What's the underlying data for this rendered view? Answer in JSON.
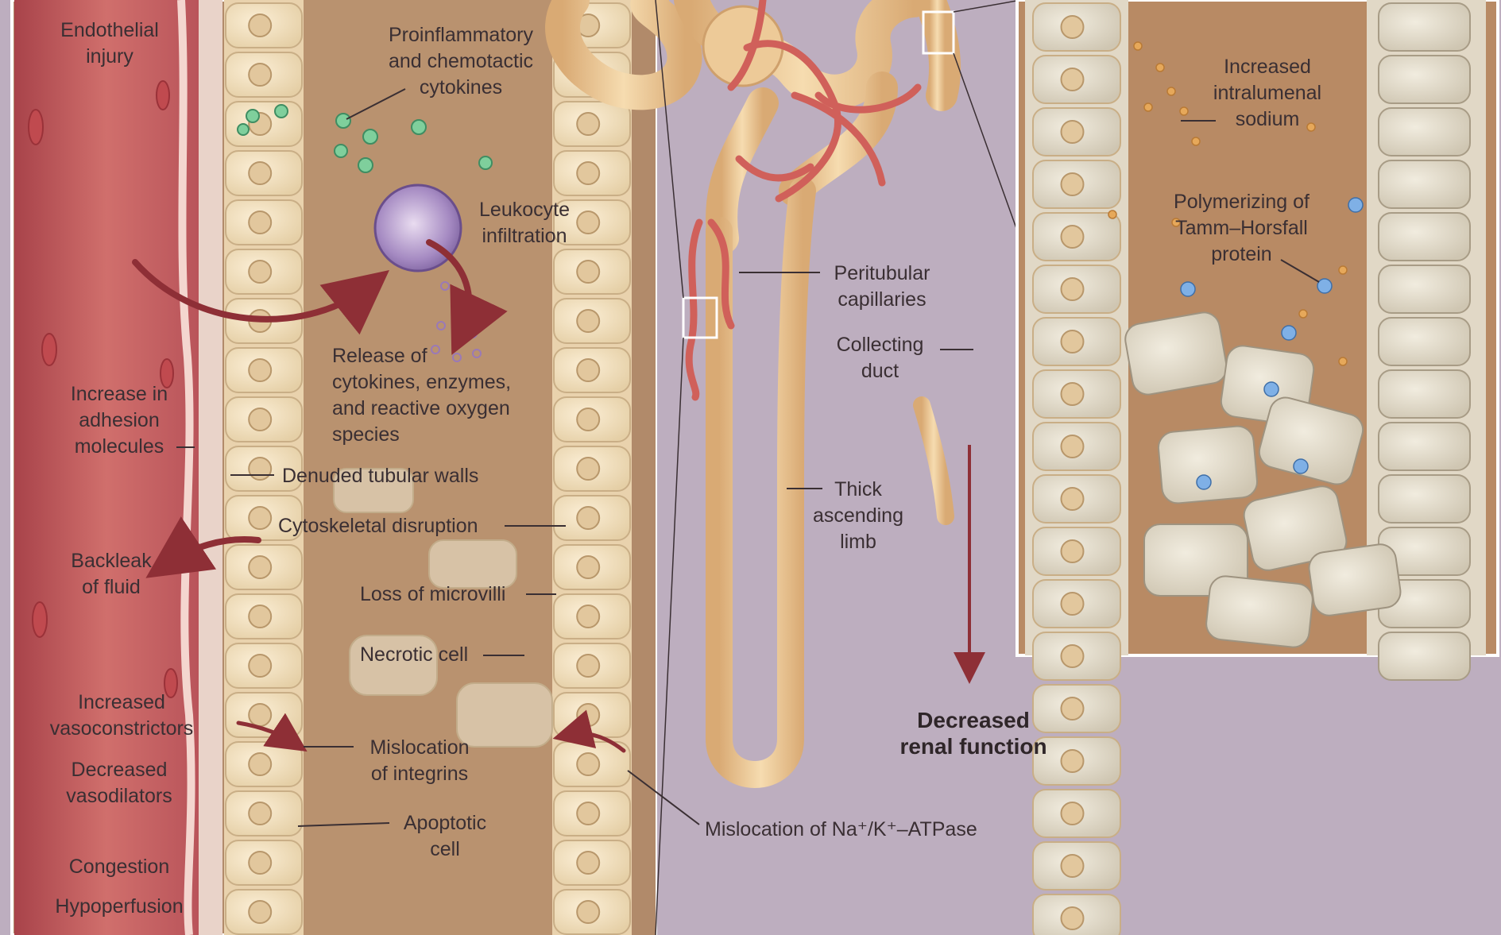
{
  "labels": {
    "endothelial_injury": "Endothelial\ninjury",
    "increase_adhesion": "Increase in\nadhesion\nmolecules",
    "backleak": "Backleak\nof fluid",
    "increased_vasoconstrictors": "Increased\nvasoconstrictors",
    "decreased_vasodilators": "Decreased\nvasodilators",
    "congestion": "Congestion",
    "hypoperfusion": "Hypoperfusion",
    "proinflammatory": "Proinflammatory\nand chemotactic\ncytokines",
    "leukocyte": "Leukocyte\ninfiltration",
    "release_cytokines": "Release of\ncytokines, enzymes,\nand reactive oxygen\nspecies",
    "denuded_walls": "Denuded tubular walls",
    "cytoskeletal": "Cytoskeletal disruption",
    "loss_microvilli": "Loss of microvilli",
    "necrotic_cell": "Necrotic cell",
    "mislocation_integrins": "Mislocation\nof integrins",
    "apoptotic_cell": "Apoptotic\ncell",
    "peritubular": "Peritubular\ncapillaries",
    "collecting_duct": "Collecting\nduct",
    "thick_limb": "Thick\nascending\nlimb",
    "decreased_renal": "Decreased\nrenal function",
    "mislocation_atpase": "Mislocation of Na⁺/K⁺–ATPase",
    "increased_sodium": "Increased\nintralumenal\nsodium",
    "polymerizing": "Polymerizing of\nTamm–Horsfall\nprotein"
  },
  "colors": {
    "background": "#bdaebf",
    "vessel_red": "#c85a5a",
    "lumen_tan": "#b48c6c",
    "cell_cream": "#f1dcb6",
    "tubule_tan": "#ecc795",
    "capillary_red": "#d0605a",
    "cytokine_green": "#6fbf8f",
    "sodium_orange": "#e0a050",
    "protein_blue": "#5f9ad8"
  }
}
